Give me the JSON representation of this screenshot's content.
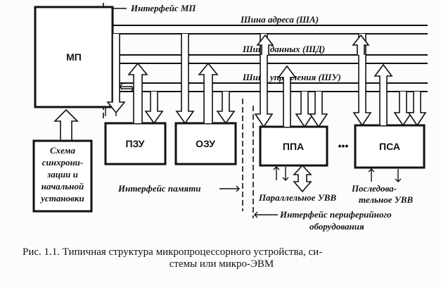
{
  "interfaces": {
    "mp": "Интерфейс МП",
    "memory": "Интерфейс памяти",
    "peripheral_line1": "Интерфейс периферийного",
    "peripheral_line2": "оборудования"
  },
  "buses": {
    "address": "Шина адреса (ША)",
    "data": "Шина данных (ШД)",
    "control": "Шина управления (ШУ)"
  },
  "blocks": {
    "mp": "МП",
    "rom": "ПЗУ",
    "ram": "ОЗУ",
    "ppa": "ППА",
    "psa": "ПСА",
    "ellipsis": "•••",
    "sync": [
      "Схема",
      "синхрони-",
      "зации и",
      "начальной",
      "установки"
    ]
  },
  "labels": {
    "parallel": "Параллельное УВВ",
    "serial_line1": "Последова-",
    "serial_line2": "тельное УВВ"
  },
  "caption": {
    "line1": "Рис. 1.1. Типичная структура микропроцессорного устройства, си-",
    "line2": "стемы или микро-ЭВМ"
  }
}
